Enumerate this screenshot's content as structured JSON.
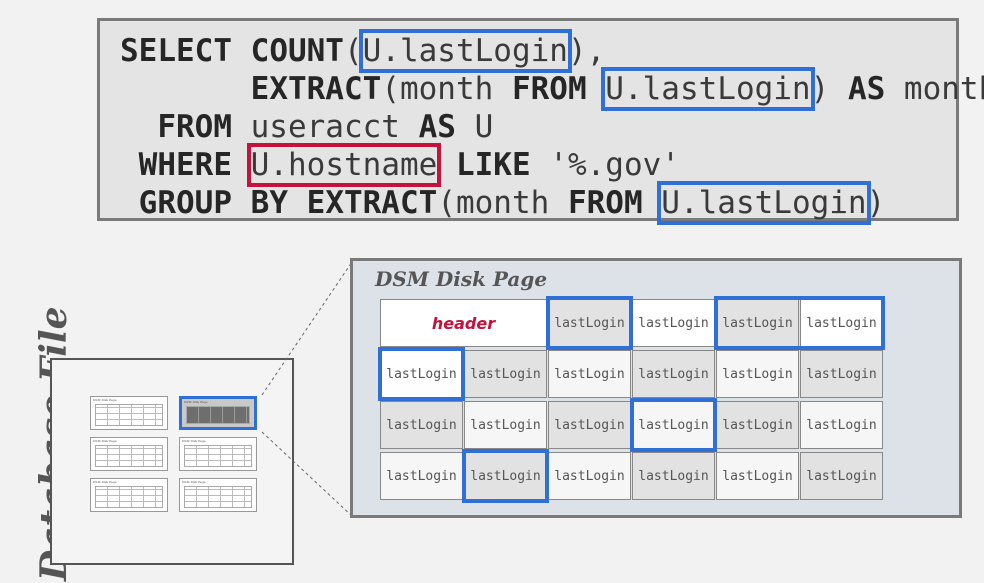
{
  "sql": {
    "lines": [
      [
        {
          "t": "SELECT ",
          "k": true
        },
        {
          "t": "COUNT",
          "k": true
        },
        {
          "t": "("
        },
        {
          "t": "U.lastLogin",
          "hl": "blue"
        },
        {
          "t": "),"
        }
      ],
      [
        {
          "t": "       "
        },
        {
          "t": "EXTRACT",
          "k": true
        },
        {
          "t": "(month "
        },
        {
          "t": "FROM",
          "k": true
        },
        {
          "t": " "
        },
        {
          "t": "U.lastLogin",
          "hl": "blue"
        },
        {
          "t": ") "
        },
        {
          "t": "AS",
          "k": true
        },
        {
          "t": " month"
        }
      ],
      [
        {
          "t": "  "
        },
        {
          "t": "FROM",
          "k": true
        },
        {
          "t": " useracct "
        },
        {
          "t": "AS",
          "k": true
        },
        {
          "t": " U"
        }
      ],
      [
        {
          "t": " "
        },
        {
          "t": "WHERE",
          "k": true
        },
        {
          "t": " "
        },
        {
          "t": "U.hostname",
          "hl": "red"
        },
        {
          "t": " "
        },
        {
          "t": "LIKE",
          "k": true
        },
        {
          "t": " '%.gov'"
        }
      ],
      [
        {
          "t": " "
        },
        {
          "t": "GROUP BY",
          "k": true
        },
        {
          "t": " "
        },
        {
          "t": "EXTRACT",
          "k": true
        },
        {
          "t": "(month "
        },
        {
          "t": "FROM",
          "k": true
        },
        {
          "t": " "
        },
        {
          "t": "U.lastLogin",
          "hl": "blue"
        },
        {
          "t": ")"
        }
      ]
    ]
  },
  "database_file": {
    "label": "Database File",
    "mini_page_title": "DSM Disk Page"
  },
  "dsm_page": {
    "title": "DSM Disk Page",
    "header_label": "header",
    "cell_label": "lastLogin",
    "rows": [
      [
        "header",
        "lastLogin",
        "lastLogin",
        "lastLogin",
        "lastLogin"
      ],
      [
        "lastLogin",
        "lastLogin",
        "lastLogin",
        "lastLogin",
        "lastLogin",
        "lastLogin"
      ],
      [
        "lastLogin",
        "lastLogin",
        "lastLogin",
        "lastLogin",
        "lastLogin",
        "lastLogin"
      ],
      [
        "lastLogin",
        "lastLogin",
        "lastLogin",
        "lastLogin",
        "lastLogin",
        "lastLogin"
      ]
    ]
  },
  "colors": {
    "highlight_blue": "#2f6fd6",
    "highlight_red": "#c4123c"
  }
}
